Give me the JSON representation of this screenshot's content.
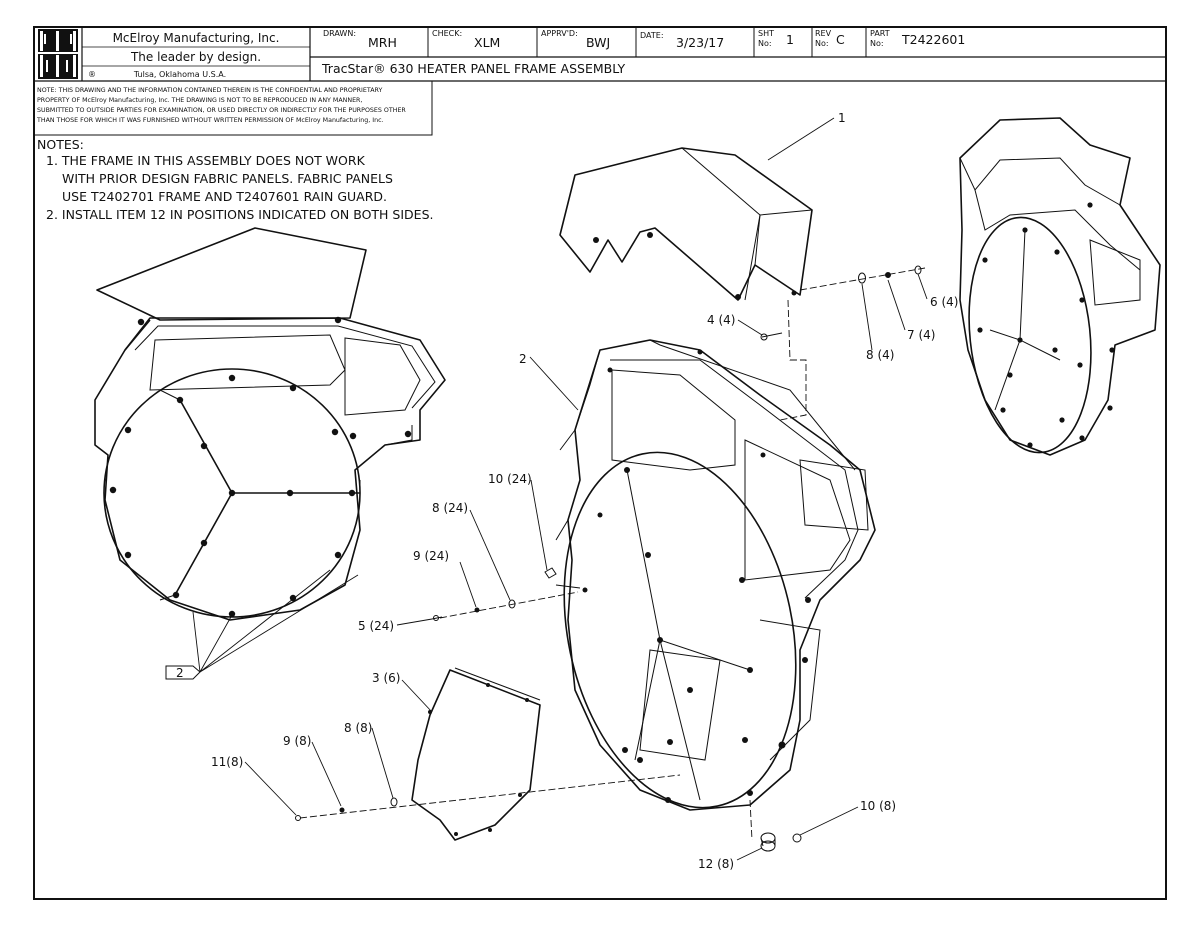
{
  "logo": {
    "top": "M M",
    "bottom": "M I"
  },
  "title_block": {
    "company": "McElroy Manufacturing, Inc.",
    "tagline": "The leader by design.",
    "registered": "®",
    "location": "Tulsa, Oklahoma U.S.A.",
    "drawn_label": "DRAWN:",
    "drawn_value": "MRH",
    "check_label": "CHECK:",
    "check_value": "XLM",
    "approved_label": "APPRV'D:",
    "approved_value": "BWJ",
    "date_label": "DATE:",
    "date_value": "3/23/17",
    "sheet_label_1": "SHT",
    "sheet_label_2": "No:",
    "sheet_value": "1",
    "rev_label_1": "REV",
    "rev_label_2": "No:",
    "rev_value": "C",
    "part_label_1": "PART",
    "part_label_2": "No:",
    "part_value": "T2422601",
    "drawing_title": "TracStar® 630 HEATER PANEL FRAME ASSEMBLY"
  },
  "proprietary_note": [
    "NOTE: THIS DRAWING AND THE INFORMATION CONTAINED THEREIN IS THE CONFIDENTIAL AND PROPRIETARY",
    "PROPERTY OF McElroy Manufacturing, Inc. THE DRAWING IS NOT TO BE REPRODUCED IN ANY MANNER,",
    "SUBMITTED TO OUTSIDE PARTIES FOR EXAMINATION, OR USED DIRECTLY OR INDIRECTLY FOR THE PURPOSES OTHER",
    "THAN THOSE FOR WHICH IT WAS FURNISHED WITHOUT WRITTEN PERMISSION OF McElroy Manufacturing, Inc."
  ],
  "notes": {
    "heading": "NOTES:",
    "lines": [
      "1. THE FRAME IN THIS ASSEMBLY DOES NOT WORK",
      "WITH PRIOR DESIGN FABRIC PANELS. FABRIC PANELS",
      "USE T2402701 FRAME AND T2407601 RAIN GUARD.",
      "2. INSTALL ITEM 12 IN POSITIONS INDICATED ON BOTH SIDES."
    ]
  },
  "callouts": {
    "item1": "1",
    "item2": "2",
    "item3": "3 (6)",
    "item4": "4 (4)",
    "item5": "5 (24)",
    "item6": "6 (4)",
    "item7": "7 (4)",
    "item8_4": "8 (4)",
    "item8_24": "8 (24)",
    "item8_8": "8 (8)",
    "item9_24": "9 (24)",
    "item9_8": "9 (8)",
    "item10_24": "10 (24)",
    "item10_8": "10 (8)",
    "item11": "11(8)",
    "item12": "12 (8)",
    "note_flag": "2"
  }
}
